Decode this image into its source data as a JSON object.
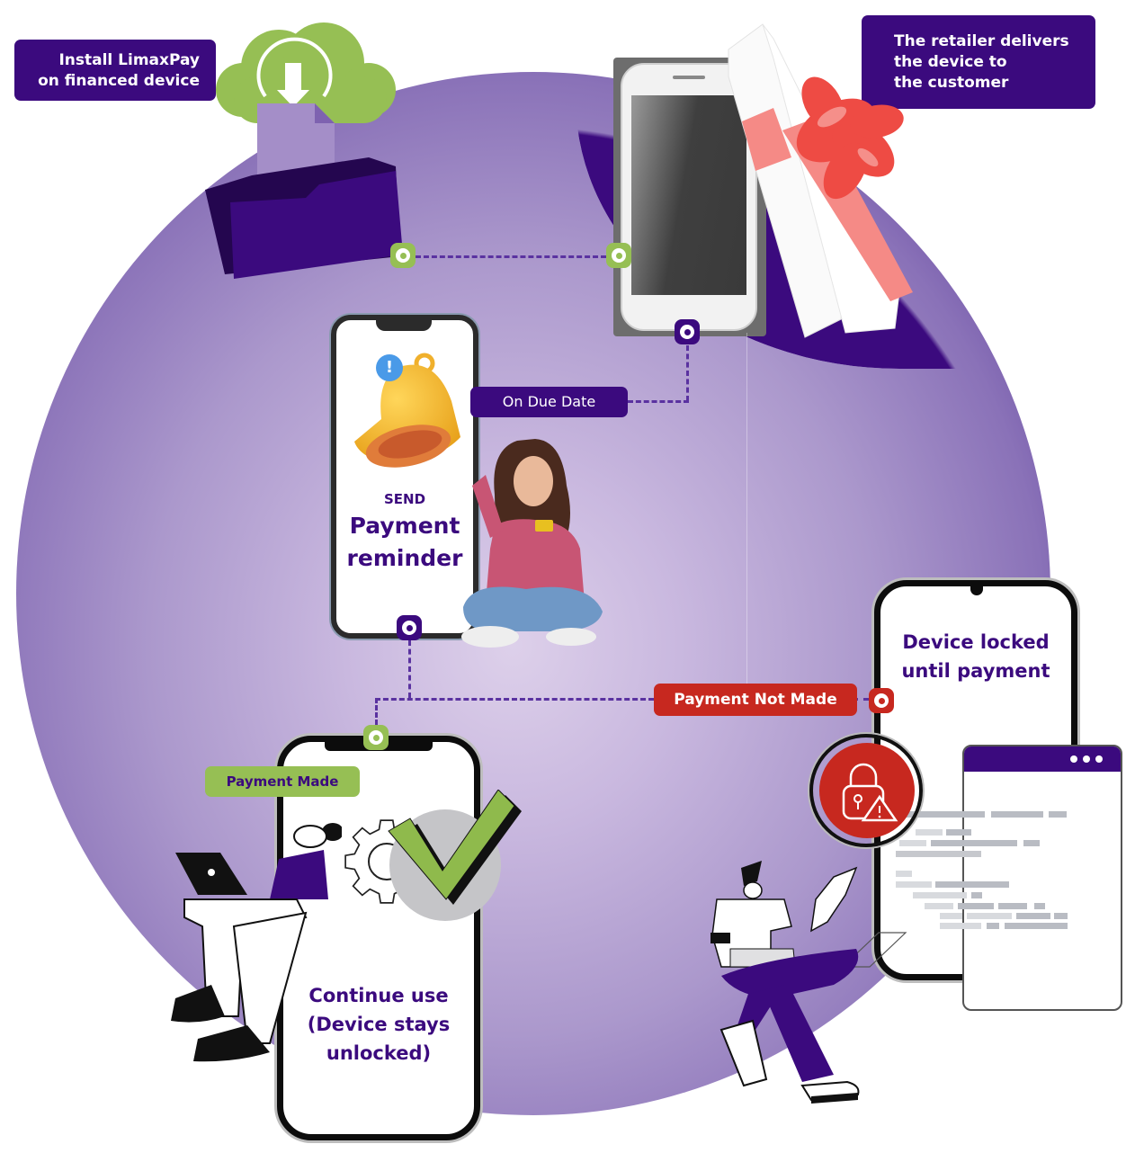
{
  "steps": {
    "install": {
      "label_line1": "Install LimaxPay",
      "label_line2": "on financed device"
    },
    "deliver": {
      "label_line1": "The retailer delivers",
      "label_line2": "the device to",
      "label_line3": "the customer"
    },
    "due_date": {
      "label": "On Due Date"
    },
    "reminder": {
      "kicker": "SEND",
      "title_line1": "Payment",
      "title_line2": "reminder"
    },
    "payment_made": {
      "label": "Payment Made",
      "screen_line1": "Continue use",
      "screen_line2": "(Device stays",
      "screen_line3": "unlocked)"
    },
    "payment_not_made": {
      "label": "Payment Not Made",
      "screen_line1": "Device locked",
      "screen_line2": "until payment"
    }
  },
  "icons": {
    "cloud_download": "cloud-download-icon",
    "folder": "folder-icon",
    "bell": "bell-icon",
    "alert_badge": "exclamation-icon",
    "gear": "gear-icon",
    "checkmark": "checkmark-icon",
    "lock_warning": "lock-warning-icon",
    "window_dots": "more-dots-icon"
  },
  "colors": {
    "brand_purple": "#3b0a7e",
    "accent_green": "#96bf54",
    "alert_red": "#c7281f",
    "circle_light": "#ddd0ea"
  }
}
